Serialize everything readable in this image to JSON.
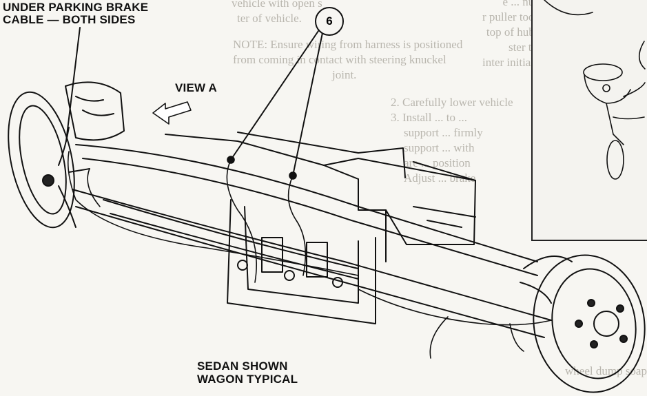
{
  "labels": {
    "callout_top_line1": "UNDER PARKING BRAKE",
    "callout_top_line2": "CABLE — BOTH SIDES",
    "view": "VIEW A",
    "callout_number": "6",
    "caption_line1": "SEDAN SHOWN",
    "caption_line2": "WAGON TYPICAL"
  },
  "background_text": {
    "lines": [
      "vehicle with open s",
      "ter of vehicle.",
      "NOTE: Ensure wiring from harness is positioned",
      "from coming in contact with steering knuckel",
      "joint.",
      "2.   Carefully lower vehicle",
      "3.   Install ... to ...",
      "support ... firmly",
      "support ... with",
      "are ... position",
      "Adjust ... brake"
    ],
    "right_lines": [
      "e ... nut",
      "r puller tool, press",
      "top of hub.",
      "ster to",
      "inter initial lug"
    ],
    "bottom_right": "wheel dump soap"
  },
  "colors": {
    "line": "#111111",
    "ghost_text": "#b9b6ae",
    "background": "#f7f6f2"
  }
}
